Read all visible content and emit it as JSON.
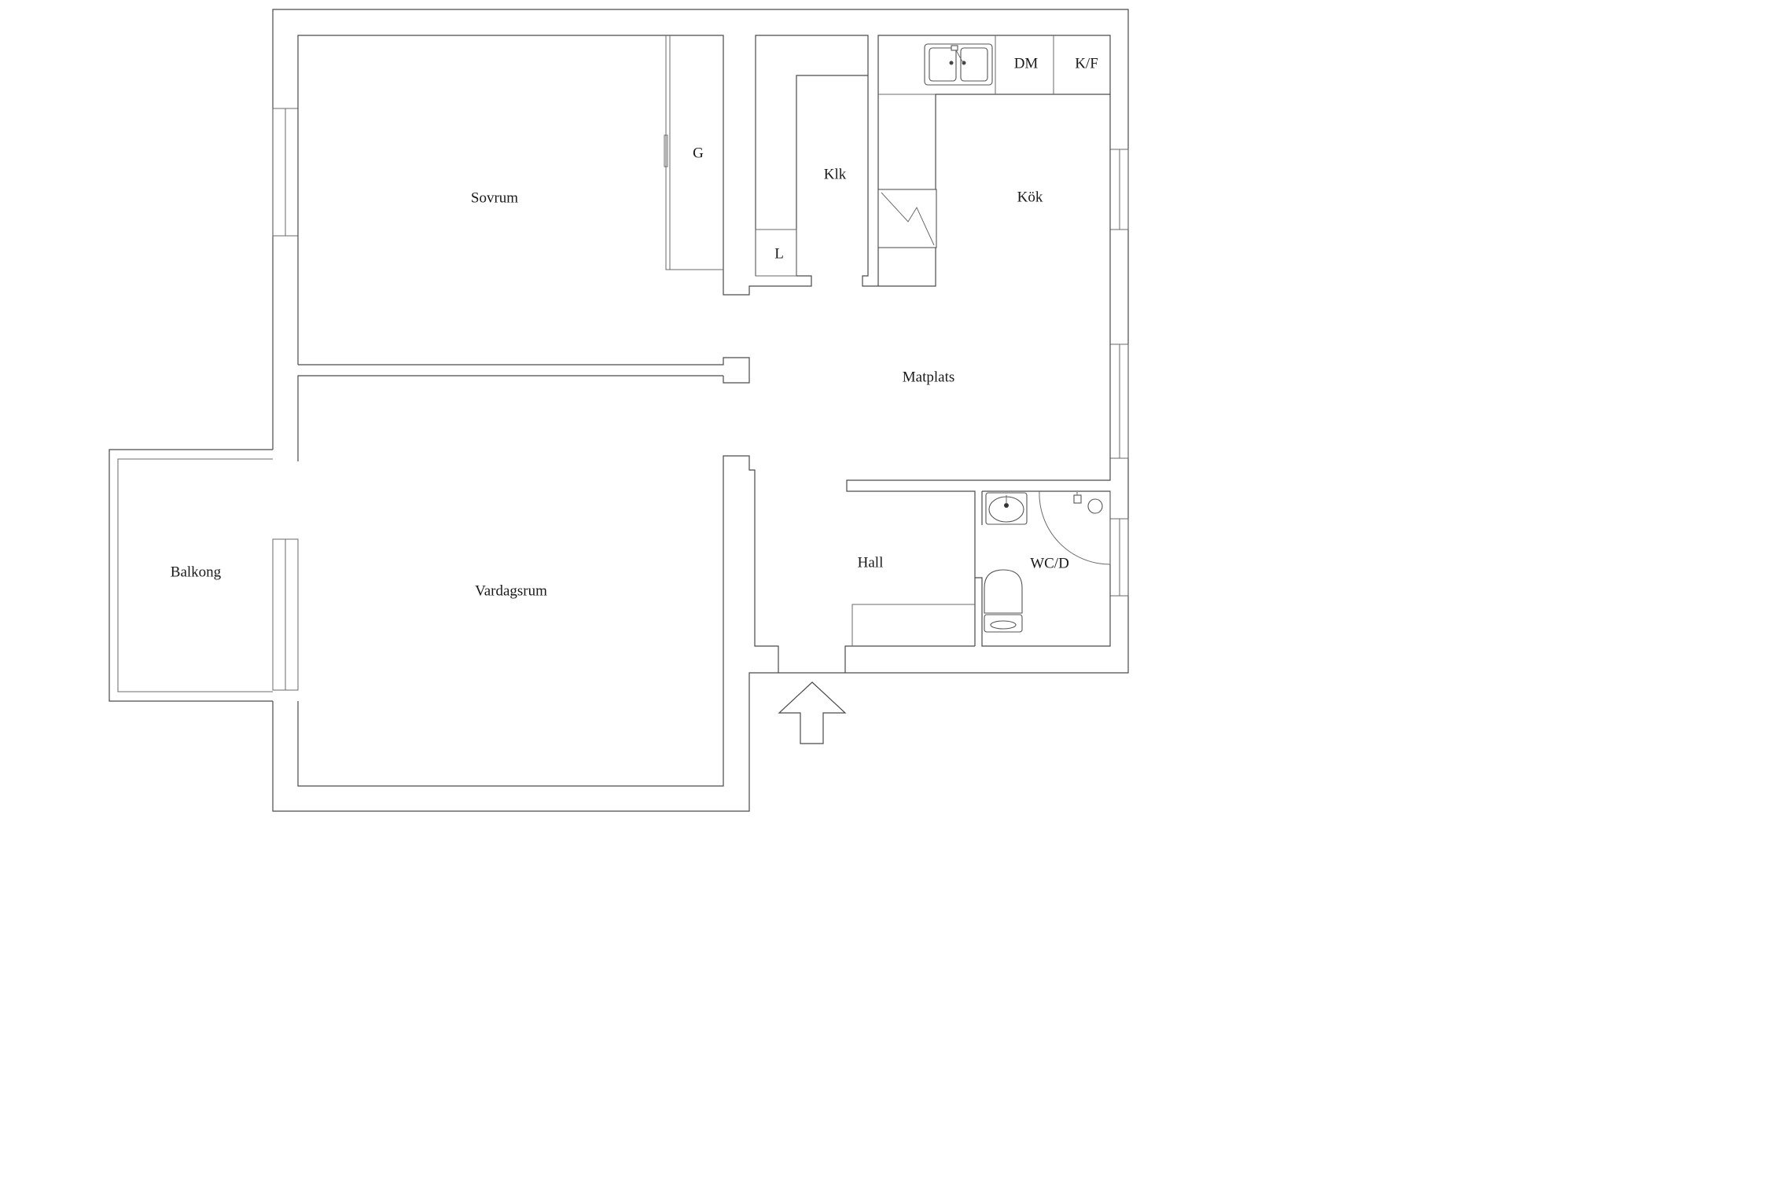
{
  "rooms": {
    "sovrum": "Sovrum",
    "garderob": "G",
    "klk": "Klk",
    "linen": "L",
    "kok": "Kök",
    "diskmaskin": "DM",
    "kyl_frys": "K/F",
    "matplats": "Matplats",
    "balkong": "Balkong",
    "vardagsrum": "Vardagsrum",
    "hall": "Hall",
    "wcd": "WC/D"
  }
}
